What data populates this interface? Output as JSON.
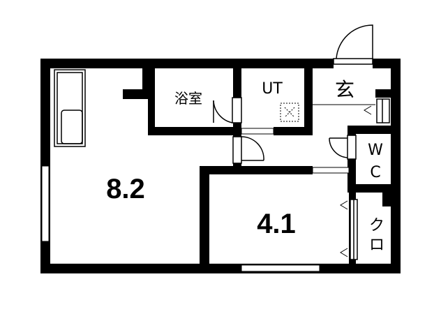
{
  "floor_plan": {
    "rooms": {
      "living": {
        "size": "8.2"
      },
      "bedroom": {
        "size": "4.1"
      },
      "bath": {
        "label": "浴室"
      },
      "utility": {
        "label": "UT"
      },
      "entrance": {
        "label": "玄"
      },
      "toilet": {
        "line1": "W",
        "line2": "C"
      },
      "closet": {
        "line1": "ク",
        "line2": "ロ"
      }
    },
    "colors": {
      "wall": "#000000",
      "background": "#ffffff",
      "window": "#ffffff"
    }
  }
}
